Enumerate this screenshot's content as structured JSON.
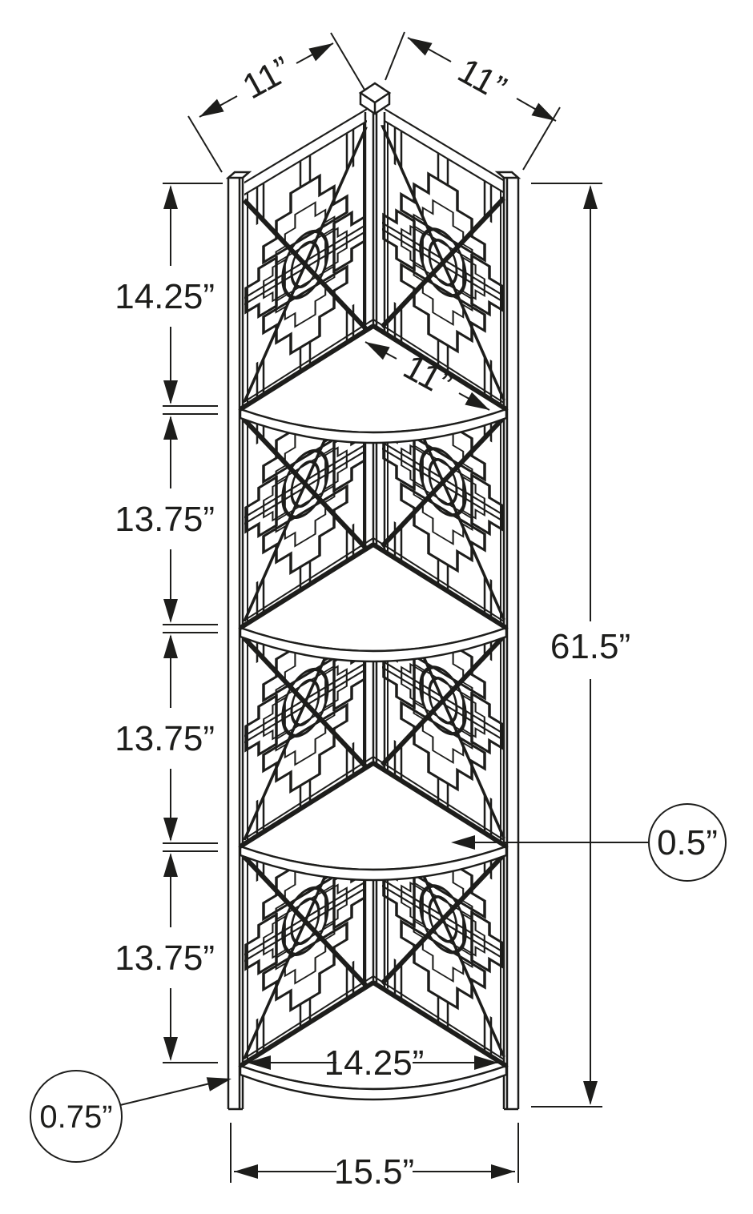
{
  "title": "4-tier corner etagere bookcase dimensional line drawing",
  "colors": {
    "line": "#1d1d1b",
    "background": "#ffffff"
  },
  "dims": {
    "top_left_depth": "11”",
    "top_right_depth": "11”",
    "shelf_depth": "11”",
    "top_section_height": "14.25”",
    "second_section_height": "13.75”",
    "third_section_height": "13.75”",
    "fourth_section_height": "13.75”",
    "overall_height": "61.5”",
    "shelf_thickness": "0.5”",
    "frame_thickness": "0.75”",
    "bottom_shelf_width": "14.25”",
    "overall_width": "15.5”"
  }
}
